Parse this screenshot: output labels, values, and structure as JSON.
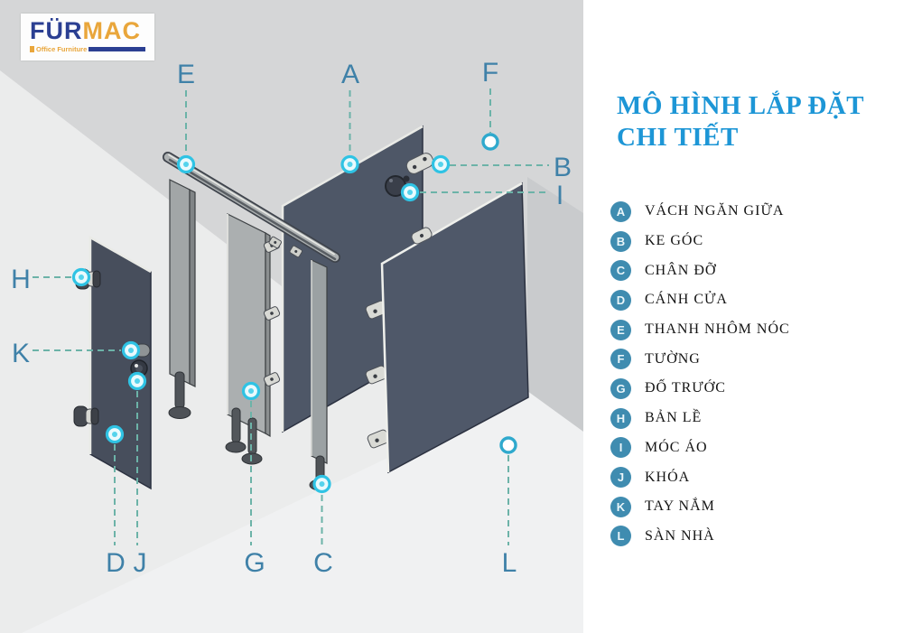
{
  "logo": {
    "brand_blue": "FÜR",
    "brand_gold": "MAC",
    "tagline": "Office Furniture"
  },
  "title": {
    "line1": "MÔ HÌNH LẮP ĐẶT",
    "line2": "CHI TIẾT"
  },
  "legend": {
    "items": [
      {
        "key": "A",
        "label": "VÁCH NGĂN GIỮA"
      },
      {
        "key": "B",
        "label": "KE GÓC"
      },
      {
        "key": "C",
        "label": "CHÂN ĐỠ"
      },
      {
        "key": "D",
        "label": "CÁNH CỬA"
      },
      {
        "key": "E",
        "label": "THANH NHÔM NÓC"
      },
      {
        "key": "F",
        "label": "TƯỜNG"
      },
      {
        "key": "G",
        "label": "ĐỐ TRƯỚC"
      },
      {
        "key": "H",
        "label": "BẢN LỀ"
      },
      {
        "key": "I",
        "label": "MÓC ÁO"
      },
      {
        "key": "J",
        "label": "KHÓA"
      },
      {
        "key": "K",
        "label": "TAY NẮM"
      },
      {
        "key": "L",
        "label": "SÀN NHÀ"
      }
    ]
  },
  "diagram": {
    "callouts": [
      {
        "letter": "E"
      },
      {
        "letter": "A"
      },
      {
        "letter": "F"
      },
      {
        "letter": "B"
      },
      {
        "letter": "I"
      },
      {
        "letter": "H"
      },
      {
        "letter": "K"
      },
      {
        "letter": "D"
      },
      {
        "letter": "J"
      },
      {
        "letter": "G"
      },
      {
        "letter": "C"
      },
      {
        "letter": "L"
      }
    ]
  },
  "colors": {
    "title_blue": "#1d96d6",
    "badge_blue": "#3f8cb0",
    "callout_letter_blue": "#3f81a8",
    "marker_cyan": "#2fc3e4",
    "leader_dash_teal": "#6cb3a8",
    "panel_dark": "#4e5767",
    "post_gray": "#a5aaac",
    "logo_blue": "#2b3f92",
    "logo_gold": "#e9a63b"
  }
}
